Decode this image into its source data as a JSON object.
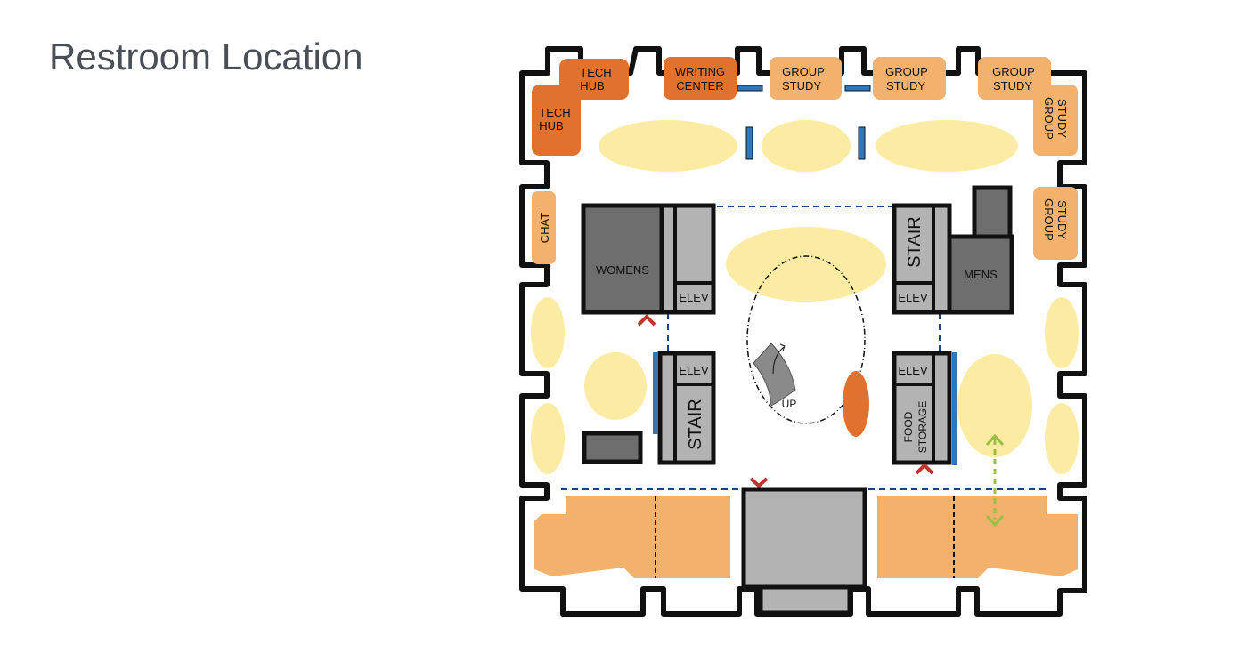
{
  "title": "Restroom Location",
  "colors": {
    "dark_orange": "#e0712f",
    "light_orange": "#f2b16d",
    "yellow": "#fbeba3",
    "dark_gray": "#6e6e6e",
    "light_gray": "#b3b3b3",
    "blue": "#2e77bd",
    "dash_blue": "#1f3f8f",
    "red": "#c0362c",
    "green": "#9bbf45"
  },
  "rooms": {
    "tech_hub_top": [
      "TECH",
      "HUB"
    ],
    "tech_hub_left": [
      "TECH",
      "HUB"
    ],
    "writing_center": [
      "WRITING",
      "CENTER"
    ],
    "group_study_1": [
      "GROUP",
      "STUDY"
    ],
    "group_study_2": [
      "GROUP",
      "STUDY"
    ],
    "group_study_3": [
      "GROUP",
      "STUDY"
    ],
    "group_study_right_1": [
      "GROUP",
      "STUDY"
    ],
    "group_study_right_2": [
      "GROUP",
      "STUDY"
    ],
    "chat": "CHAT",
    "womens": "WOMENS",
    "mens": "MENS",
    "elev_nw": "ELEV",
    "elev_ne": "ELEV",
    "elev_sw": "ELEV",
    "elev_se": "ELEV",
    "stair_ne": "STAIR",
    "stair_sw": "STAIR",
    "food_storage": [
      "FOOD",
      "STORAGE"
    ],
    "up": "UP"
  }
}
